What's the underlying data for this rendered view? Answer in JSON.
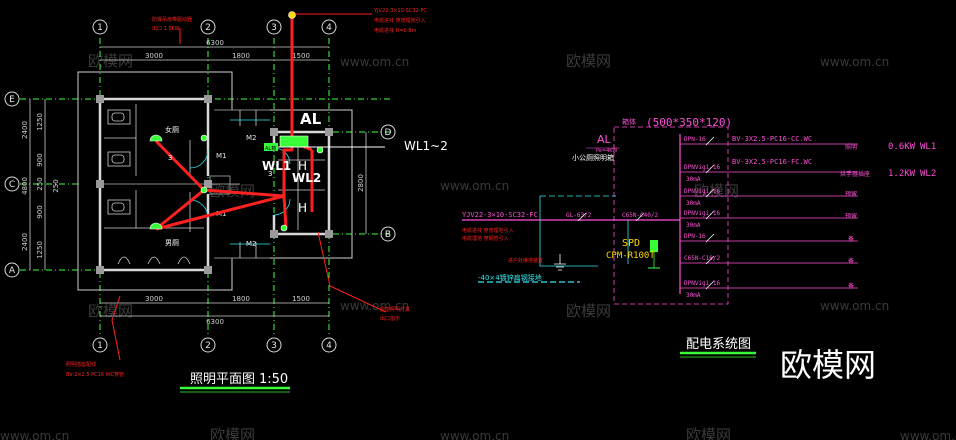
{
  "colors": {
    "bg": "#000000",
    "wall": "#d9d9d9",
    "grid": "#3dff3d",
    "dim": "#cfcfcf",
    "red": "#ff2020",
    "cyan": "#31e8f0",
    "magenta": "#ff4fd8",
    "yellow": "#ffd800",
    "green": "#39ff39",
    "white": "#ffffff",
    "watermark": "#3a3a3a"
  },
  "grid_axes": {
    "cols": [
      "1",
      "2",
      "3",
      "4"
    ],
    "rows": [
      "E",
      "C",
      "A",
      "D",
      "B"
    ]
  },
  "dims": {
    "total": "6300",
    "c12": "3000",
    "c23": "1800",
    "c34": "1500",
    "left1": "2400",
    "left2": "1250",
    "left3": "900",
    "left4": "250",
    "left5": "4800",
    "left6": "2400",
    "left7": "1250",
    "right1": "2800"
  },
  "plan": {
    "title": "照明平面图",
    "scale": "1:50",
    "room_female": "女厕",
    "room_male": "男厕",
    "panel": "AL",
    "wl12": "WL1~2",
    "wl1": "WL1",
    "wl2": "WL2",
    "h": "H",
    "n3": "3",
    "n3b": "3",
    "m1": "M1",
    "m1b": "M1",
    "m2": "M2",
    "m2b": "M2",
    "note_top": [
      "防爆吊扇带驱动器",
      "出口 1.5KW"
    ],
    "note_bottom": [
      "照明插座配线",
      "BV-2×2.5 PC16 WC穿管"
    ],
    "note_right": [
      "应急照明灯具",
      "出口指示"
    ],
    "note_top_right": [
      "YJV22-3×10-SC32-FC",
      "电缆进线 穿管埋地引入",
      "电缆进线 H=0.8m"
    ],
    "box_label": "AL箱"
  },
  "system": {
    "title": "配电系统图",
    "panel_code": "AL",
    "panel_power": "Pe=4KW",
    "box_size": "(500*350*120)",
    "box_word": "箱体",
    "panel_desc": "小公厕照明箱",
    "incoming": "YJV22-3×10-SC32-FC",
    "inc_note1": "电缆进线 穿管埋地引入",
    "inc_note2": "电缆埋地 穿钢管引入",
    "breaker_main": "GL-63/2",
    "breaker_c": "C65N-C40/2",
    "spd": "SPD",
    "spd_code": "CPM-R100T",
    "ground": "-40×4镀锌扁钢接地",
    "ground_note": "进户处接地装置",
    "circuits": [
      {
        "breaker": "DPN-16",
        "cable": "BV-3X2.5-PC16-CC.WC",
        "use": "照明",
        "load": "0.6KW",
        "code": "WL1"
      },
      {
        "breaker": "DPNVigi-16",
        "rcd": "30mA",
        "cable": "BV-3X2.5-PC16-FC.WC",
        "use": "烘手器插座",
        "load": "1.2KW",
        "code": "WL2"
      },
      {
        "breaker": "DPNVigi-16",
        "rcd": "30mA",
        "cable": "",
        "use": "预留",
        "load": "",
        "code": ""
      },
      {
        "breaker": "DPNVigi-16",
        "rcd": "30mA",
        "cable": "",
        "use": "预留",
        "load": "",
        "code": ""
      },
      {
        "breaker": "DPN-16",
        "cable": "",
        "use": "备",
        "load": "",
        "code": ""
      },
      {
        "breaker": "C65N-C16/2",
        "cable": "",
        "use": "备",
        "load": "",
        "code": ""
      },
      {
        "breaker": "DPNVigi-16",
        "rcd": "30mA",
        "cable": "",
        "use": "备",
        "load": "",
        "code": ""
      }
    ]
  },
  "watermarks": [
    "欧模网",
    "www.om.cn"
  ],
  "brand": "欧模网"
}
